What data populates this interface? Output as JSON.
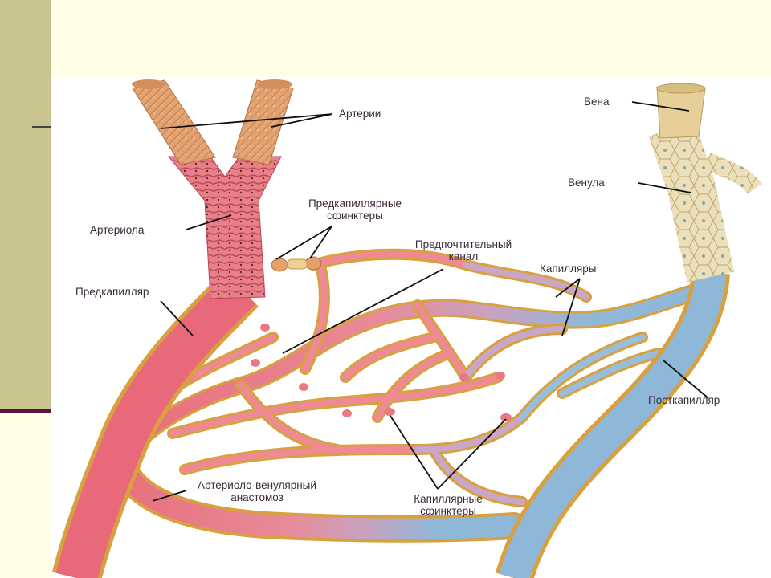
{
  "labels": {
    "arteries": "Артерии",
    "vein": "Вена",
    "venule": "Венула",
    "arteriole": "Артериола",
    "precapillary_sphincters": [
      "Предкапиллярные",
      "сфинктеры"
    ],
    "preferential_channel": [
      "Предпочтительный",
      "канал"
    ],
    "capillaries": "Капилляры",
    "precapillary": "Предкапилляр",
    "postcapillary": "Посткапилляр",
    "av_anastomosis": [
      "Артериоло-венулярный",
      "анастомоз"
    ],
    "capillary_sphincters": [
      "Капиллярные",
      "сфинктеры"
    ]
  },
  "colors": {
    "slide_background": "#ffffe8",
    "side_panel": "#c9c48f",
    "side_rule": "#5a1638",
    "arterial": "#e8707c",
    "venous": "#8fb8d8",
    "artery_wall": "#e0a070",
    "vein_wall": "#e6d8b0",
    "vessel_border": "#d9a040",
    "leader_line": "#111111"
  }
}
